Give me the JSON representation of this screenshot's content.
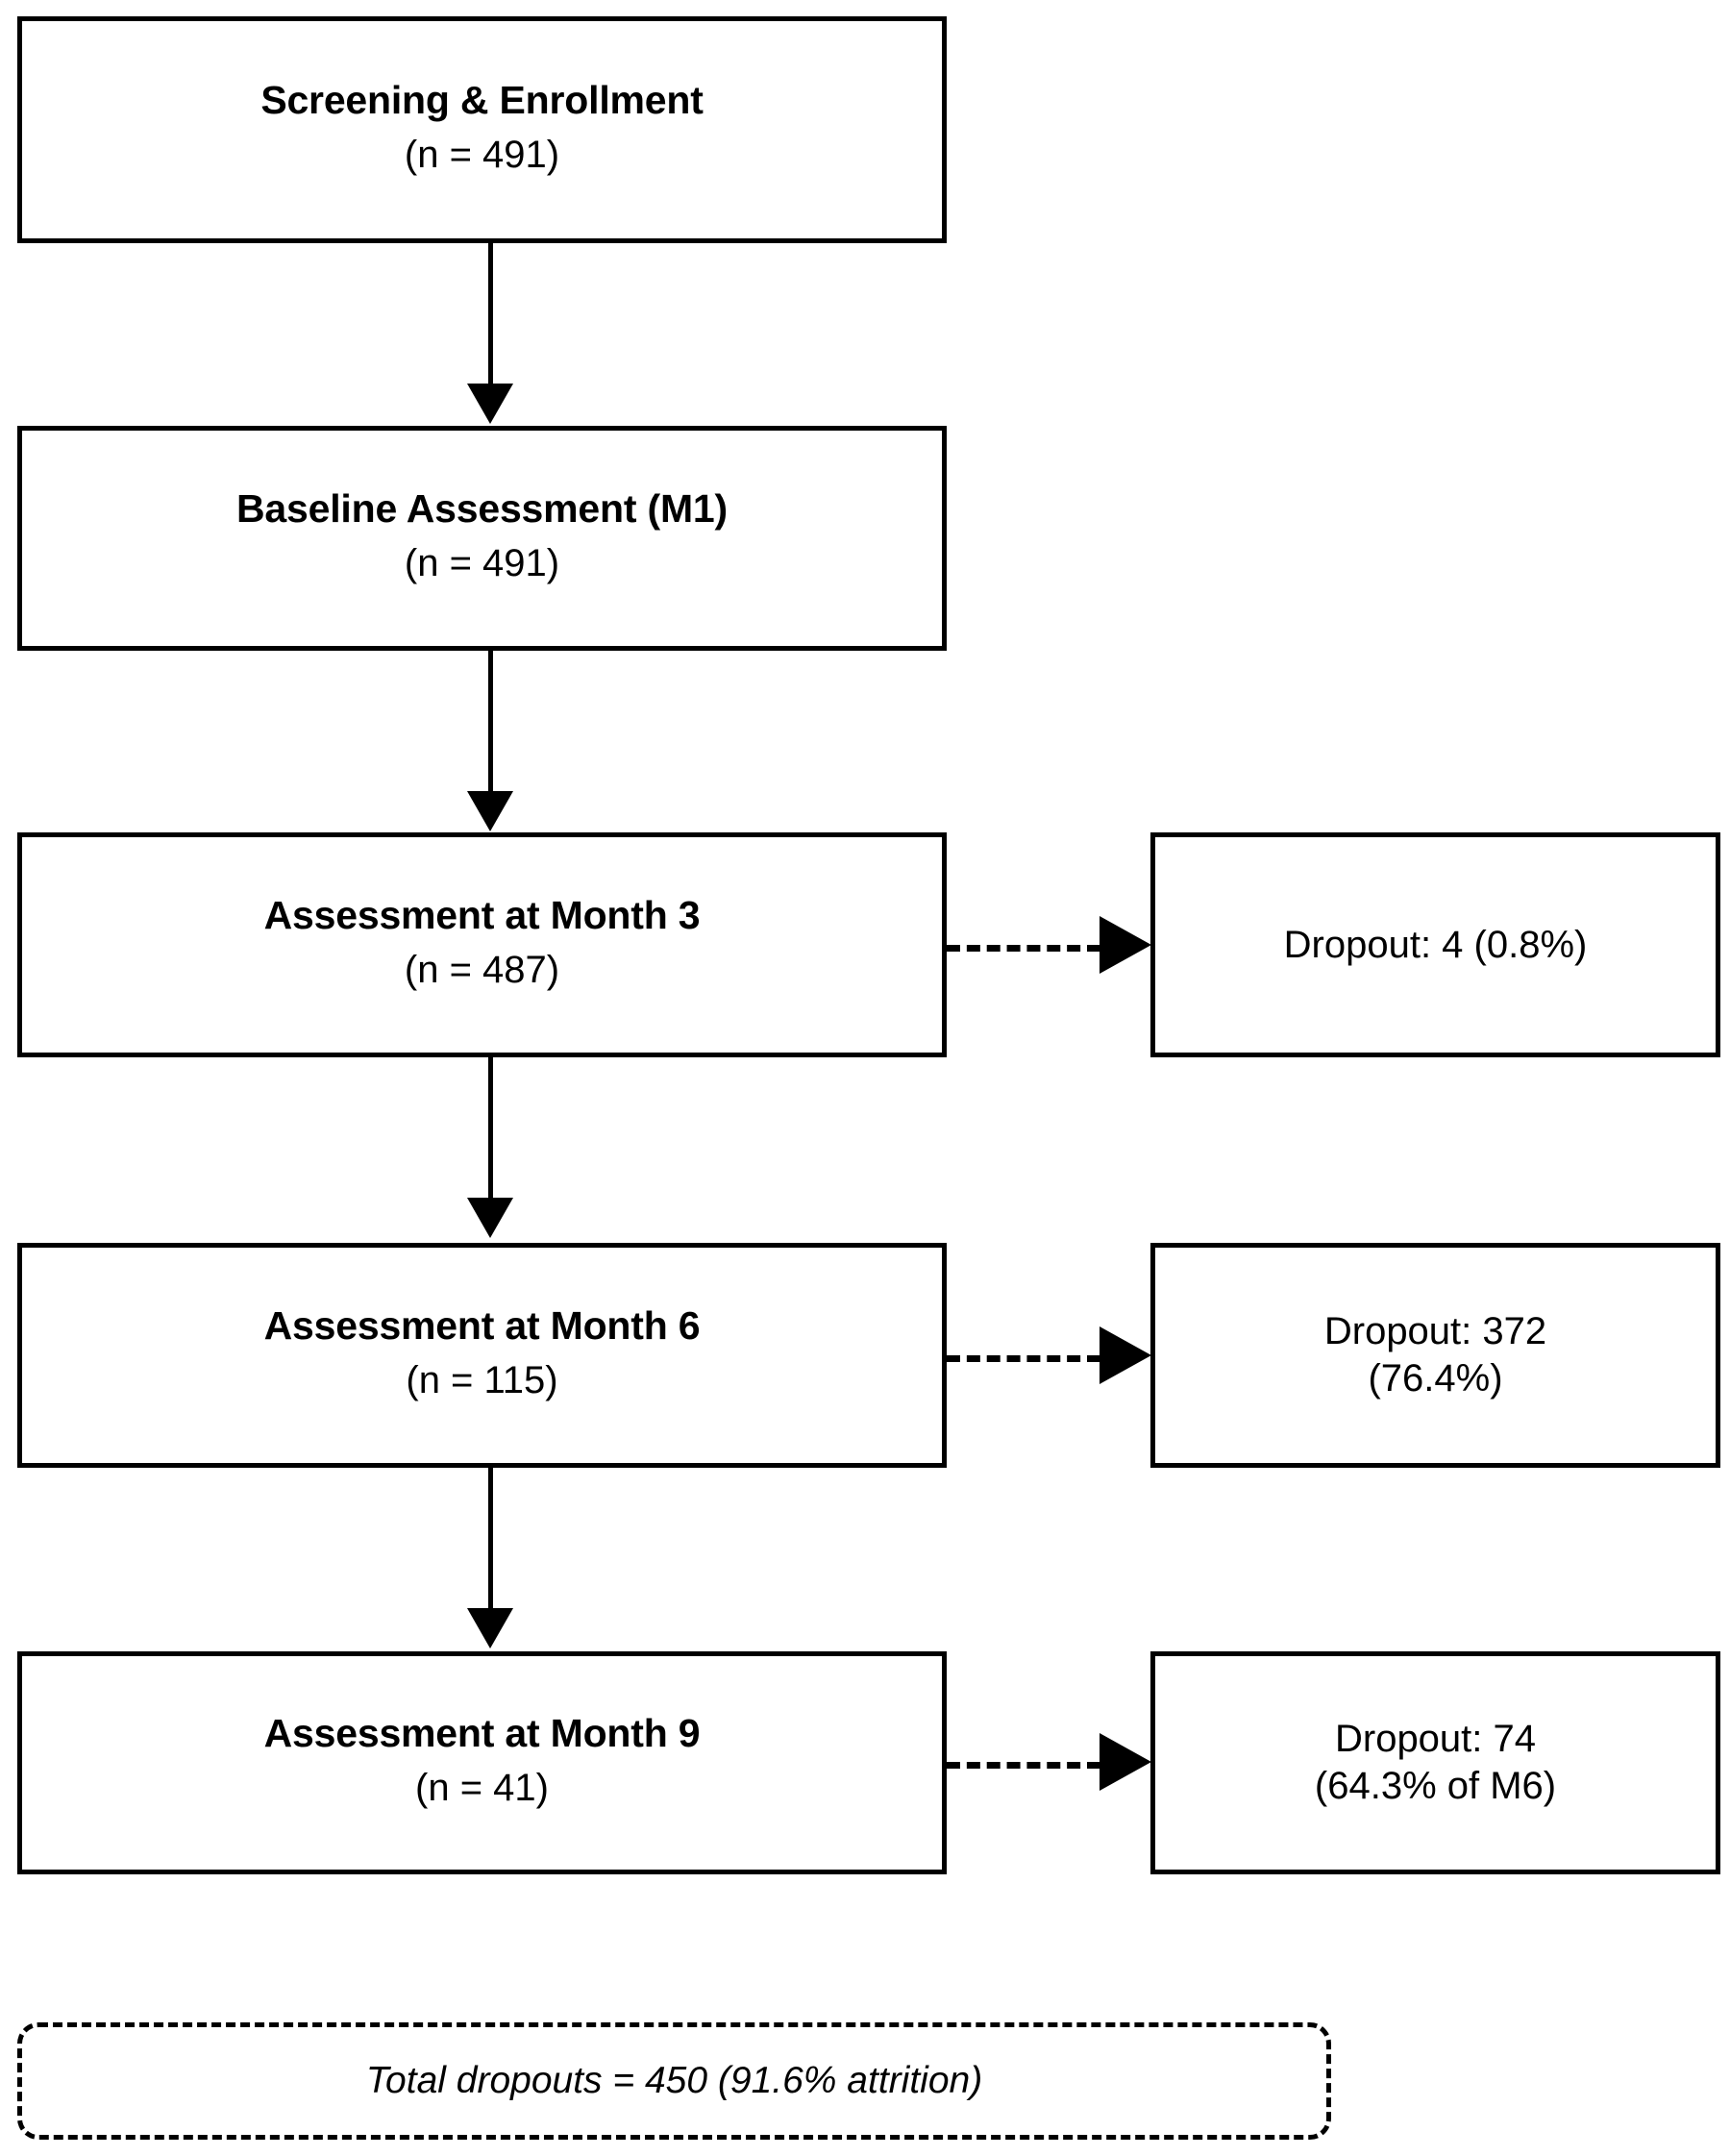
{
  "diagram": {
    "type": "participant-flow-diagram",
    "title_shown": false,
    "colors": {
      "background": "#ffffff",
      "stroke": "#000000",
      "text": "#000000"
    },
    "stages": [
      {
        "id": "screening",
        "title": "Screening & Enrollment",
        "count_label": "(n = 491)",
        "n": 491
      },
      {
        "id": "baseline",
        "title": "Baseline Assessment (M1)",
        "count_label": "(n = 491)",
        "n": 491
      },
      {
        "id": "month3",
        "title": "Assessment at Month 3",
        "count_label": "(n = 487)",
        "n": 487
      },
      {
        "id": "month6",
        "title": "Assessment at Month 6",
        "count_label": "(n = 115)",
        "n": 115
      },
      {
        "id": "month9",
        "title": "Assessment at Month 9",
        "count_label": "(n = 41)",
        "n": 41
      }
    ],
    "dropouts": [
      {
        "id": "dropout-month3",
        "from_stage": "month3",
        "lines": [
          "Dropout: 4 (0.8%)"
        ],
        "count": 4,
        "percent": "0.8%"
      },
      {
        "id": "dropout-month6",
        "from_stage": "month6",
        "lines": [
          "Dropout: 372",
          "(76.4%)"
        ],
        "count": 372,
        "percent": "76.4%"
      },
      {
        "id": "dropout-month9",
        "from_stage": "month9",
        "lines": [
          "Dropout: 74",
          "(64.3% of M6)"
        ],
        "count": 74,
        "percent": "64.3% of M6"
      }
    ],
    "summary": {
      "text": "Total dropouts = 450 (91.6% attrition)",
      "total_dropouts": 450,
      "attrition_percent": "91.6%"
    }
  }
}
